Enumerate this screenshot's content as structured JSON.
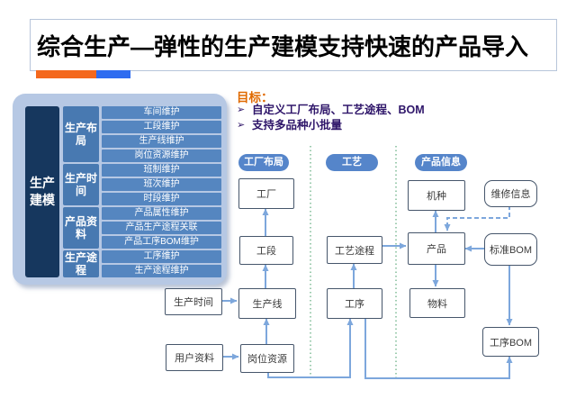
{
  "slide": {
    "title": "综合生产—弹性的生产建模支持快速的产品导入"
  },
  "left_panel": {
    "root_label": "生产建模",
    "groups": [
      {
        "label": "生产布局",
        "items": [
          "车间维护",
          "工段维护",
          "生产线维护",
          "岗位资源维护"
        ]
      },
      {
        "label": "生产时间",
        "items": [
          "班制维护",
          "班次维护",
          "时段维护"
        ]
      },
      {
        "label": "产品资料",
        "items": [
          "产品属性维护",
          "产品生产途程关联",
          "产品工序BOM维护"
        ]
      },
      {
        "label": "生产途程",
        "items": [
          "工序维护",
          "生产途程维护"
        ]
      }
    ]
  },
  "goals": {
    "heading": "目标：",
    "marker": "➢",
    "items": [
      "自定义工厂布局、工艺途程、BOM",
      "支持多品种小批量"
    ]
  },
  "flowchart": {
    "headers": [
      {
        "label": "工厂布局"
      },
      {
        "label": "工艺"
      },
      {
        "label": "产品信息"
      }
    ],
    "nodes": {
      "factory": "工厂",
      "section": "工段",
      "production_line": "生产线",
      "post_resource": "岗位资源",
      "process_route": "工艺途程",
      "operation": "工序",
      "machine_type": "机种",
      "product": "产品",
      "material": "物料",
      "repair_info": "维修信息",
      "standard_bom": "标准BOM",
      "operation_bom": "工序BOM",
      "production_time": "生产时间",
      "user_data": "用户资料"
    }
  },
  "colors": {
    "accent_orange": "#f4681d",
    "accent_blue": "#2e6cf0",
    "panel_bg": "#b6c8e4",
    "root_box": "#16375e",
    "group_box": "#4879b1",
    "item_box": "#5586c0",
    "header_pill": "#5585ca",
    "goal_heading": "#e06a00",
    "goal_text": "#2e1569",
    "arrow": "#7da7dc",
    "separator_green": "#7fbc96"
  }
}
